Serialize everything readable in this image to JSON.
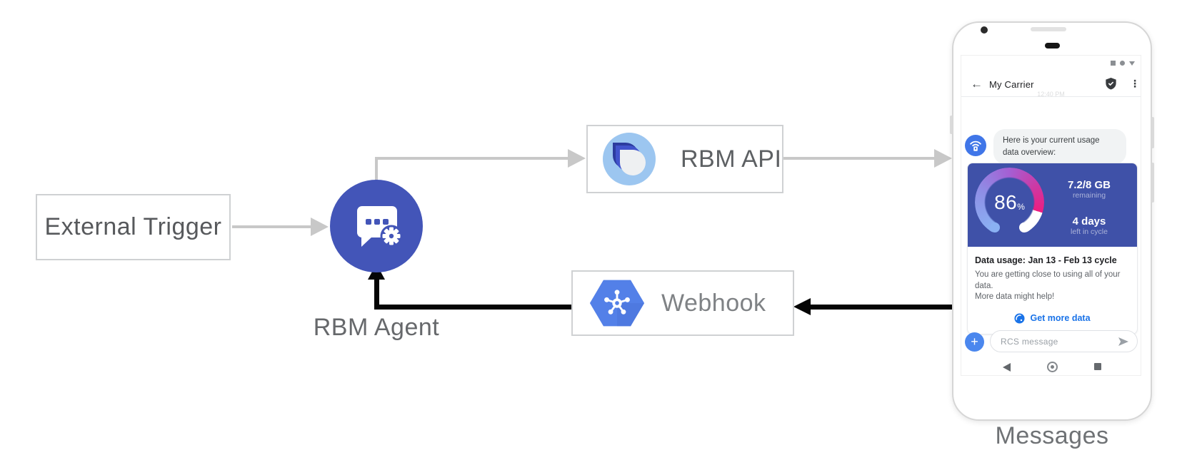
{
  "nodes": {
    "external_trigger": "External Trigger",
    "rbm_agent": "RBM Agent",
    "rbm_api": "RBM API",
    "webhook": "Webhook",
    "phone_caption": "Messages"
  },
  "icons": {
    "agent": "chat-bubble-with-gear",
    "rbm_api": "rcs-teardrop-logo",
    "webhook": "hexagon-hub-spokes",
    "avatar": "hotspot-antenna",
    "verified": "shield-check",
    "action": "globe"
  },
  "colors": {
    "agent_blue": "#4355b8",
    "card_indigo": "#3f51a8",
    "webhook_blue": "#5380e8",
    "api_light_blue": "#9cc6f0",
    "link_blue": "#1a73e8",
    "arrow_gray": "#c8c8c8",
    "arrow_black": "#050505",
    "gauge_gradient": [
      "#8ab1f3",
      "#a55fd3",
      "#ee1d80",
      "#ffffff"
    ]
  },
  "phone": {
    "header": {
      "back_icon": "←",
      "title": "My Carrier",
      "menu_icon": "⋮"
    },
    "timestamp": "12:40 PM",
    "agent_message": "Here is your current usage data overview:",
    "usage_card": {
      "percent": "86",
      "percent_sign": "%",
      "remaining_value": "7.2/8 GB",
      "remaining_label": "remaining",
      "cycle_value": "4 days",
      "cycle_label": "left in cycle",
      "title": "Data usage: Jan 13 - Feb 13 cycle",
      "body_line1": "You are getting close to using all of your data.",
      "body_line2": "More data might help!",
      "action_label": "Get more data"
    },
    "compose": {
      "plus_icon": "+",
      "placeholder": "RCS message"
    }
  }
}
